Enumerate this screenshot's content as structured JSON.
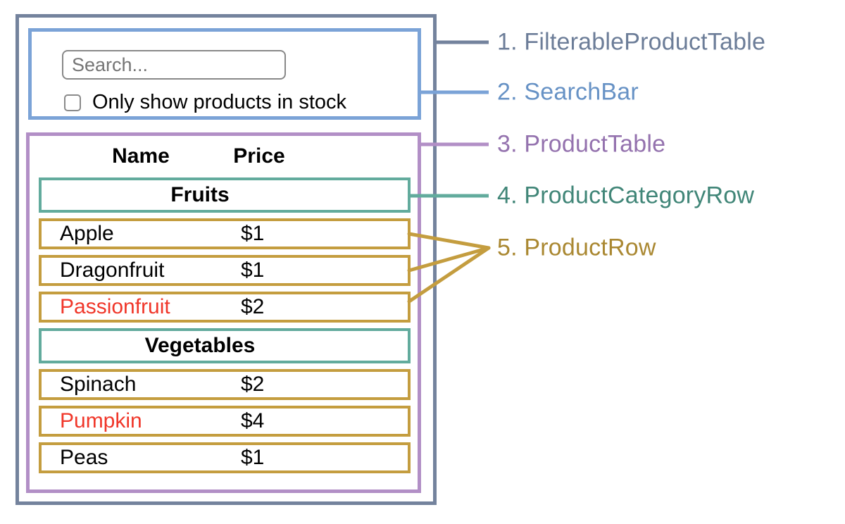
{
  "diagram": {
    "labels": [
      {
        "text": "1. FilterableProductTable",
        "color": "#6c7d98"
      },
      {
        "text": "2. SearchBar",
        "color": "#6792c5"
      },
      {
        "text": "3. ProductTable",
        "color": "#9472ae"
      },
      {
        "text": "4. ProductCategoryRow",
        "color": "#418678"
      },
      {
        "text": "5. ProductRow",
        "color": "#aa8832"
      }
    ],
    "box_colors": {
      "filterable_product_table": "#74839d",
      "search_bar": "#7ba3d7",
      "product_table": "#b28fc6",
      "product_category_row": "#62ab9d",
      "product_row": "#c49d3f"
    },
    "out_of_stock_text_color": "#f0372a"
  },
  "app": {
    "search": {
      "placeholder": "Search..."
    },
    "stock_filter": {
      "label": "Only show products in stock",
      "checked": false
    },
    "table": {
      "headers": {
        "name": "Name",
        "price": "Price"
      },
      "sections": [
        {
          "category": "Fruits",
          "rows": [
            {
              "name": "Apple",
              "price": "$1",
              "name_color": "black"
            },
            {
              "name": "Dragonfruit",
              "price": "$1",
              "name_color": "black"
            },
            {
              "name": "Passionfruit",
              "price": "$2",
              "name_color": "red"
            }
          ]
        },
        {
          "category": "Vegetables",
          "rows": [
            {
              "name": "Spinach",
              "price": "$2",
              "name_color": "black"
            },
            {
              "name": "Pumpkin",
              "price": "$4",
              "name_color": "red"
            },
            {
              "name": "Peas",
              "price": "$1",
              "name_color": "black"
            }
          ]
        }
      ]
    }
  }
}
